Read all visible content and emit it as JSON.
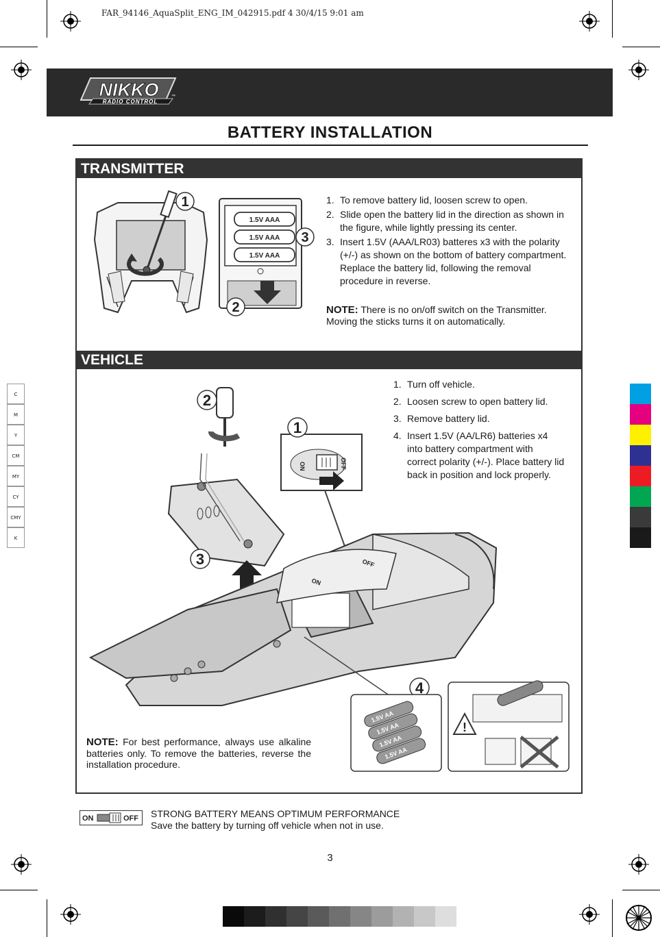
{
  "print_info": "FAR_94146_AquaSplit_ENG_IM_042915.pdf   4   30/4/15   9:01 am",
  "logo": {
    "brand": "NIKKO",
    "tagline": "RADIO CONTROL",
    "tm": "™"
  },
  "page_title": "BATTERY INSTALLATION",
  "transmitter": {
    "heading": "TRANSMITTER",
    "steps": [
      {
        "num": "1.",
        "text": "To remove battery lid, loosen screw to open."
      },
      {
        "num": "2.",
        "text": "Slide open the battery lid in the direction as shown in the figure, while lightly pressing its center."
      },
      {
        "num": "3.",
        "text": "Insert 1.5V (AAA/LR03) batteres x3 with the polarity (+/-) as shown on the bottom of battery compartment. Replace the battery lid, following the removal procedure in reverse."
      }
    ],
    "note_label": "NOTE:",
    "note_text": "There is no on/off switch on the Transmitter. Moving the sticks turns it on automatically.",
    "callouts": [
      "1",
      "2",
      "3"
    ],
    "battery_labels": [
      "1.5V AAA",
      "1.5V AAA",
      "1.5V AAA"
    ]
  },
  "vehicle": {
    "heading": "VEHICLE",
    "steps": [
      {
        "num": "1.",
        "text": "Turn off vehicle."
      },
      {
        "num": "2.",
        "text": "Loosen screw to open battery lid."
      },
      {
        "num": "3.",
        "text": "Remove battery lid."
      },
      {
        "num": "4.",
        "text": "Insert 1.5V (AA/LR6) batteries x4 into battery compartment with correct polarity (+/-).  Place battery lid back in position and lock properly."
      }
    ],
    "note_label": "NOTE:",
    "note_text": "For best performance, always use alkaline batteries only.  To remove the batteries, reverse the installation procedure.",
    "callouts": [
      "1",
      "2",
      "3",
      "4"
    ],
    "switch_on": "ON",
    "switch_off": "OFF",
    "battery_labels": [
      "1.5V AA",
      "1.5V AA",
      "1.5V AA",
      "1.5V AA"
    ]
  },
  "footer": {
    "switch_on": "ON",
    "switch_off": "OFF",
    "line1": "STRONG BATTERY MEANS OPTIMUM PERFORMANCE",
    "line2": "Save the battery by turning off vehicle when not in use."
  },
  "page_number": "3",
  "color_bar_left": [
    "C",
    "M",
    "Y",
    "CM",
    "MY",
    "CY",
    "CMY",
    "K"
  ],
  "colors": {
    "header": "#2a2a2a",
    "section_bar": "#333333",
    "swatches": [
      "#00a0e3",
      "#e4007f",
      "#fff000",
      "#2e3192",
      "#ed1c24",
      "#00a651",
      "#3a3a3a",
      "#1a1a1a"
    ],
    "grays": [
      "#0a0a0a",
      "#1c1c1c",
      "#303030",
      "#454545",
      "#5a5a5a",
      "#707070",
      "#868686",
      "#9c9c9c",
      "#b2b2b2",
      "#c8c8c8",
      "#dedede"
    ]
  }
}
